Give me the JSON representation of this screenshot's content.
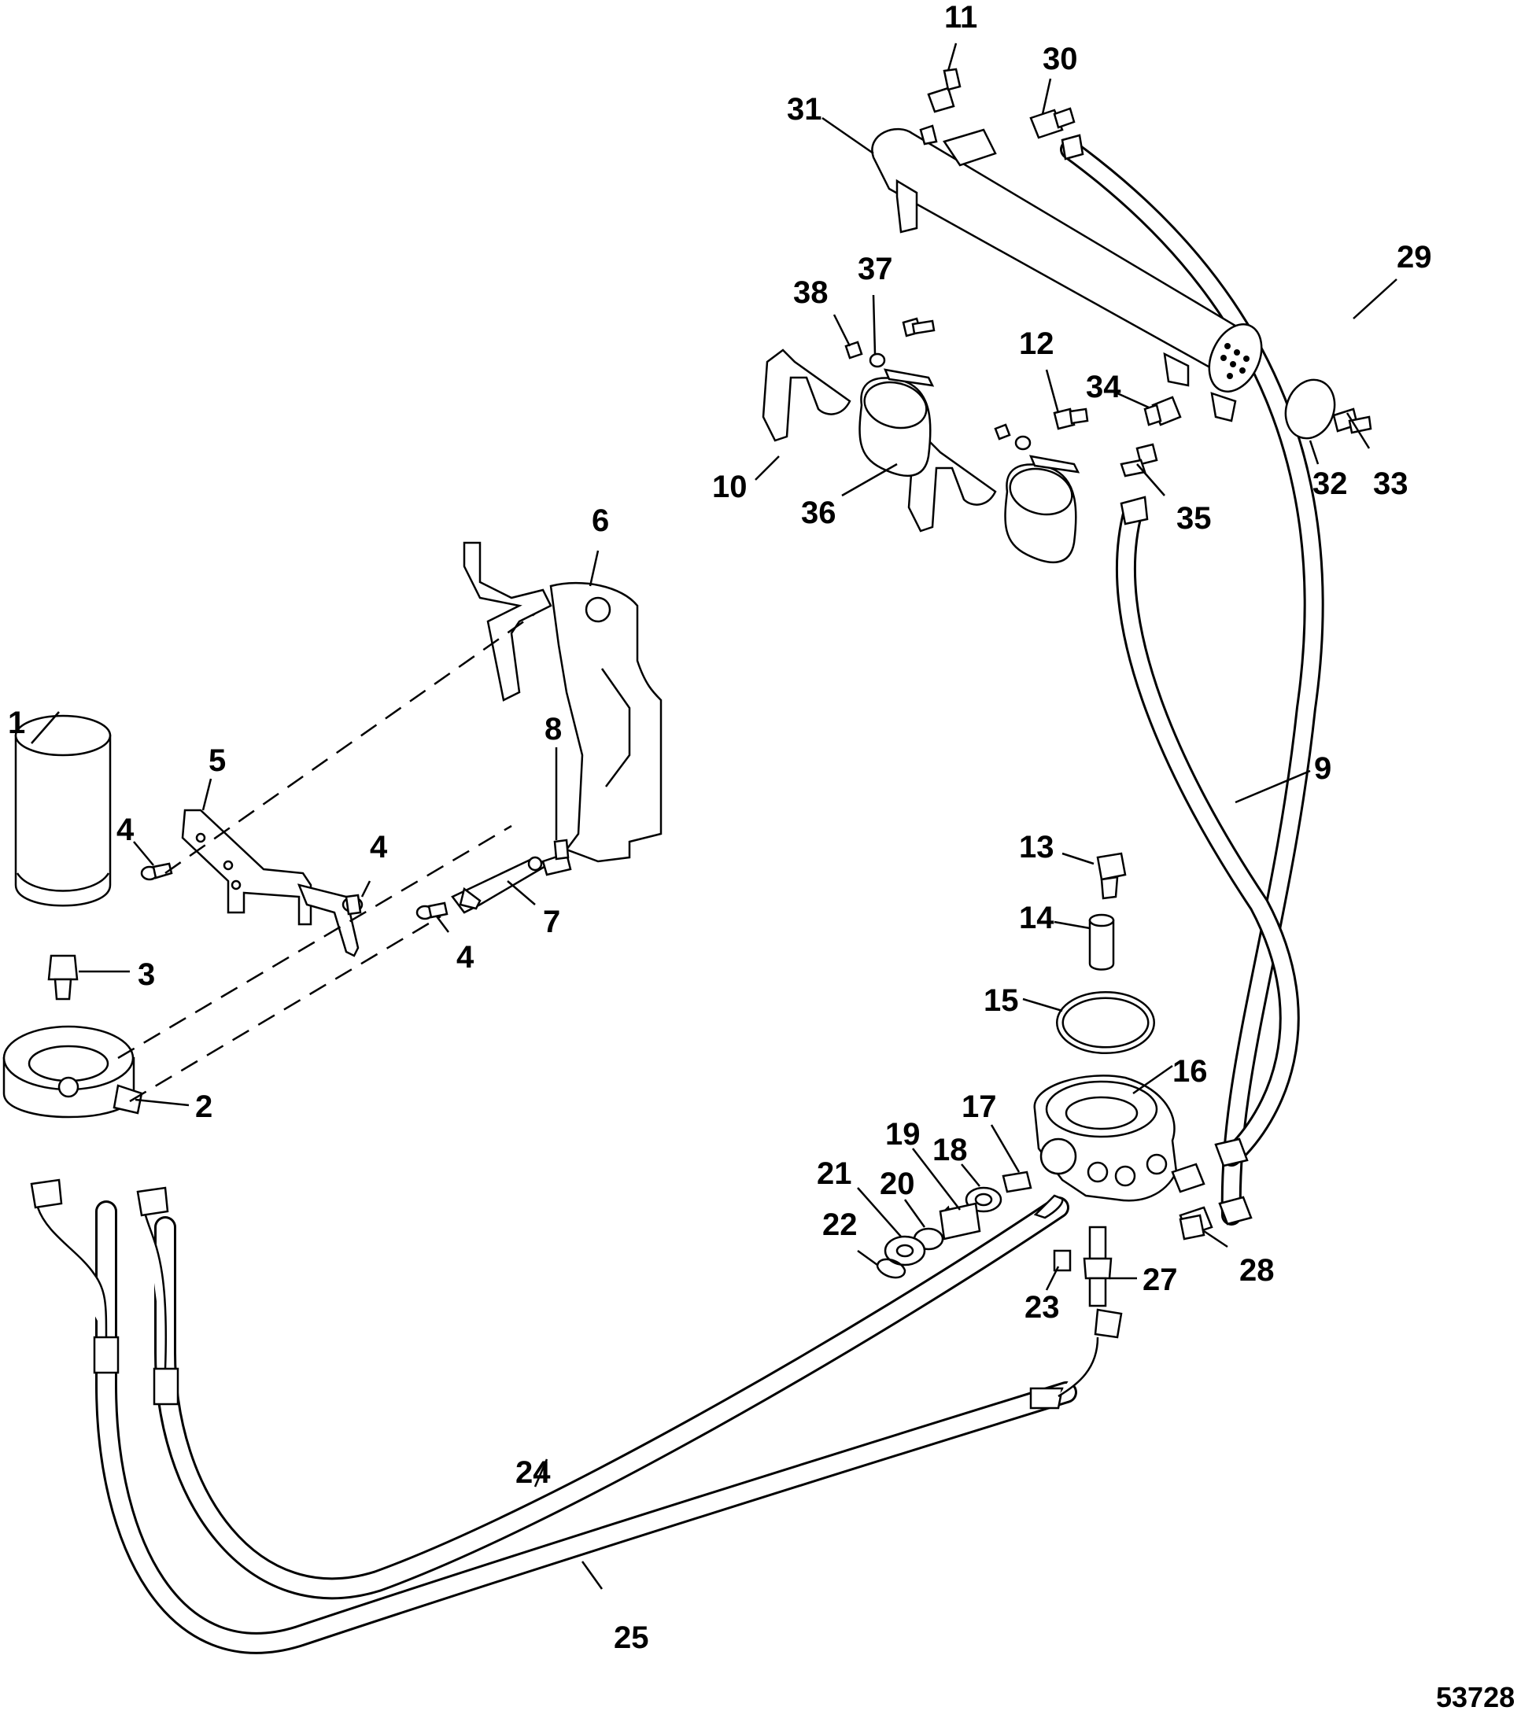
{
  "diagram": {
    "figure_number": "53728",
    "callouts": [
      {
        "n": "1"
      },
      {
        "n": "2"
      },
      {
        "n": "3"
      },
      {
        "n": "4"
      },
      {
        "n": "4"
      },
      {
        "n": "4"
      },
      {
        "n": "5"
      },
      {
        "n": "6"
      },
      {
        "n": "7"
      },
      {
        "n": "8"
      },
      {
        "n": "9"
      },
      {
        "n": "10"
      },
      {
        "n": "11"
      },
      {
        "n": "12"
      },
      {
        "n": "13"
      },
      {
        "n": "14"
      },
      {
        "n": "15"
      },
      {
        "n": "16"
      },
      {
        "n": "17"
      },
      {
        "n": "18"
      },
      {
        "n": "19"
      },
      {
        "n": "20"
      },
      {
        "n": "21"
      },
      {
        "n": "22"
      },
      {
        "n": "23"
      },
      {
        "n": "24"
      },
      {
        "n": "25"
      },
      {
        "n": "27"
      },
      {
        "n": "28"
      },
      {
        "n": "29"
      },
      {
        "n": "30"
      },
      {
        "n": "31"
      },
      {
        "n": "32"
      },
      {
        "n": "33"
      },
      {
        "n": "34"
      },
      {
        "n": "35"
      },
      {
        "n": "36"
      },
      {
        "n": "37"
      },
      {
        "n": "38"
      }
    ]
  }
}
